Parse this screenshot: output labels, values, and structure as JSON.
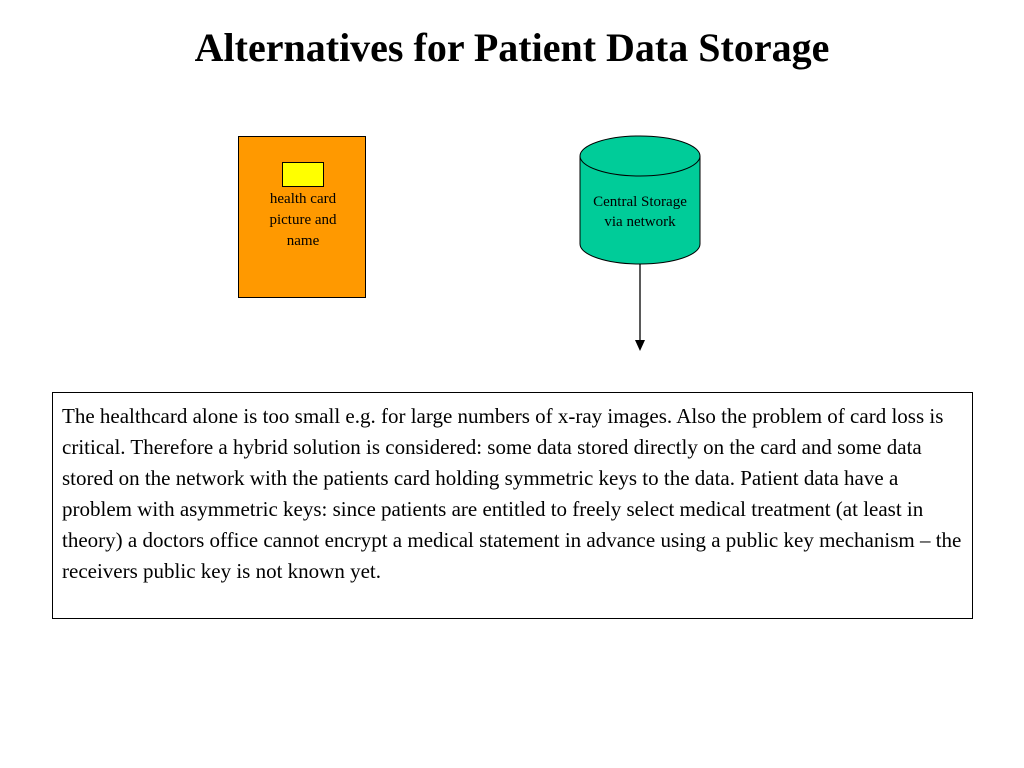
{
  "title": "Alternatives for Patient Data Storage",
  "health_card": {
    "label": "health card\npicture and\nname",
    "card_color": "#FF9900",
    "chip_color": "#FFFF00"
  },
  "central_storage": {
    "label": "Central Storage\nvia network",
    "fill_color": "#00CC99"
  },
  "description": "The healthcard alone is too small e.g. for large numbers of x-ray images. Also the problem of card loss is critical. Therefore a hybrid solution is considered: some data stored directly on the card and some data stored on the network with the patients card holding symmetric keys to the data. Patient data have a problem with asymmetric keys: since patients are entitled to freely select medical treatment (at least in theory) a doctors office cannot encrypt a medical statement in advance using a public key mechanism – the receivers public key is not known yet."
}
